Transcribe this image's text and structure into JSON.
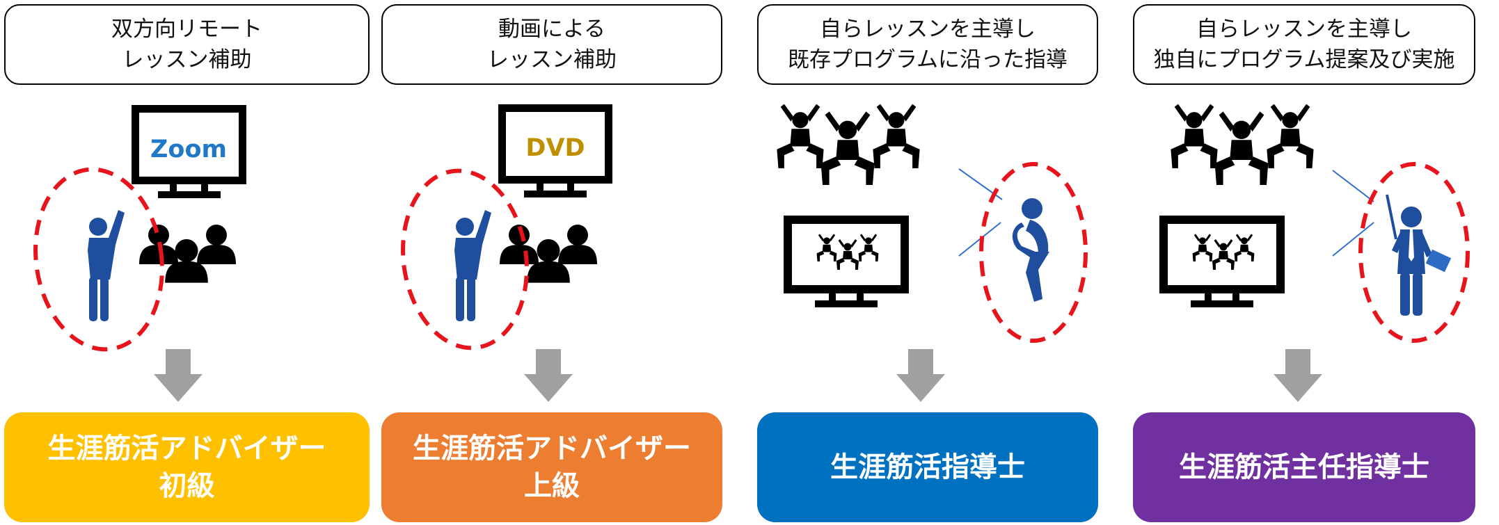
{
  "colors": {
    "person_blue": "#1f4e9e",
    "dashed_red": "#e8141c",
    "arrow_gray": "#a0a0a0",
    "zoom_text": "#1f78c8",
    "dvd_text": "#bf8f00"
  },
  "columns": [
    {
      "caption_lines": [
        "双方向リモート",
        "レッスン補助"
      ],
      "screen_label": "Zoom",
      "level_lines": [
        "生涯筋活アドバイザー",
        "初級"
      ],
      "level_color": "#ffc000"
    },
    {
      "caption_lines": [
        "動画による",
        "レッスン補助"
      ],
      "screen_label": "DVD",
      "level_lines": [
        "生涯筋活アドバイザー",
        "上級"
      ],
      "level_color": "#ed7d31"
    },
    {
      "caption_lines": [
        "自らレッスンを主導し",
        "既存プログラムに沿った指導"
      ],
      "level_lines": [
        "生涯筋活指導士"
      ],
      "level_color": "#0070c0"
    },
    {
      "caption_lines": [
        "自らレッスンを主導し",
        "独自にプログラム提案及び実施"
      ],
      "level_lines": [
        "生涯筋活主任指導士"
      ],
      "level_color": "#7030a0"
    }
  ]
}
